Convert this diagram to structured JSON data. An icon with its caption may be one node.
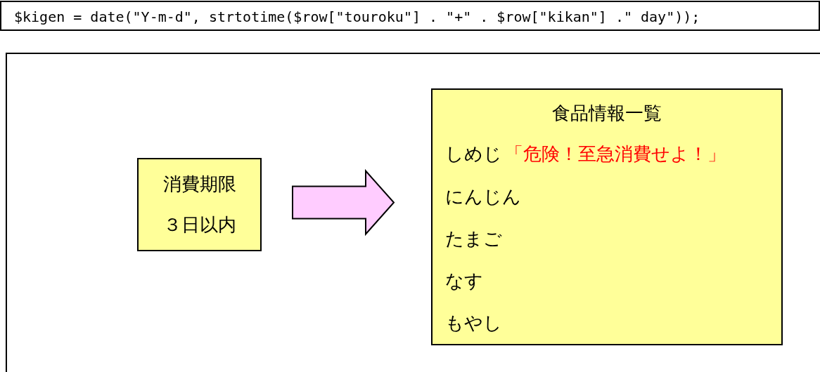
{
  "diagram": {
    "nodes": [
      {
        "text": [
          "$kigen =  date(\"Y-m-d\", strtotime($row[\"touroku\"] . \"+\" . $row[\"kikan\"] .\" day\"));"
        ]
      },
      {
        "text": [],
        "shape": "box"
      },
      {
        "text": [
          "消費期限",
          "３日以内"
        ],
        "in": 1
      },
      {
        "text": [
          "食品情報一覧",
          "しめじ",
          "「危険！至急消費せよ！」",
          "にんじん",
          "たまご",
          "なす",
          "もやし"
        ],
        "in": 1
      }
    ],
    "edges": [
      {
        "from": 2,
        "to": 3,
        "arrow": "to"
      }
    ]
  }
}
